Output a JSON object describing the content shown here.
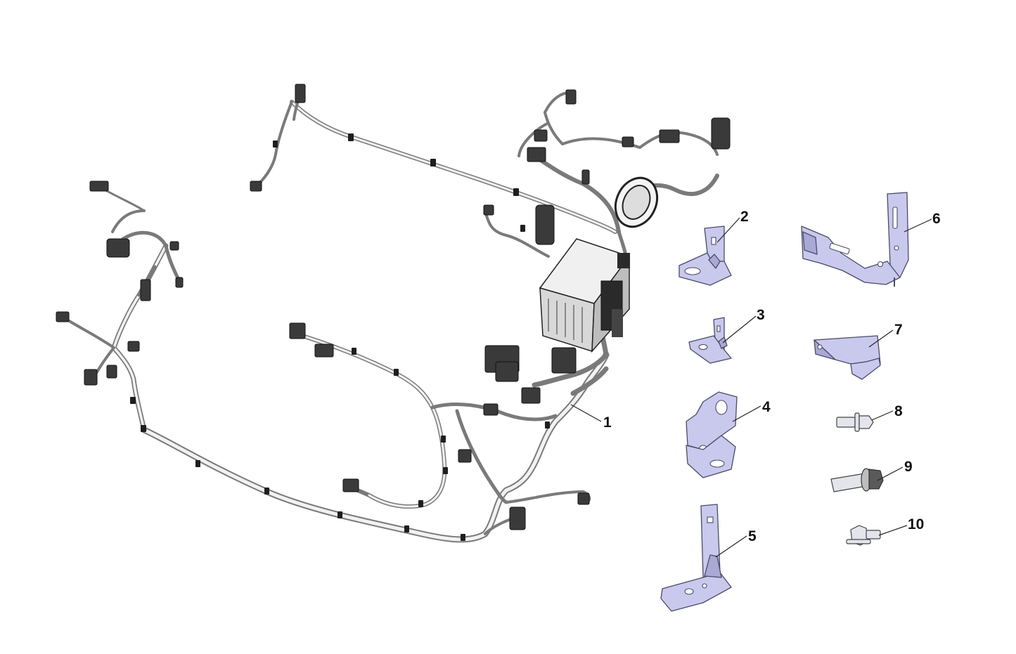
{
  "callouts": [
    {
      "id": "1",
      "label": "1"
    },
    {
      "id": "2",
      "label": "2"
    },
    {
      "id": "3",
      "label": "3"
    },
    {
      "id": "4",
      "label": "4"
    },
    {
      "id": "5",
      "label": "5"
    },
    {
      "id": "6",
      "label": "6"
    },
    {
      "id": "7",
      "label": "7"
    },
    {
      "id": "8",
      "label": "8"
    },
    {
      "id": "9",
      "label": "9"
    },
    {
      "id": "10",
      "label": "10"
    }
  ],
  "colors": {
    "background": "#ffffff",
    "bracket_fill": "#c9c9ee",
    "bracket_edge": "#4a4a66",
    "harness": "#7a7a7a",
    "connector": "#2a2a2a"
  },
  "icons": [
    "wiring-harness",
    "fuse-box",
    "mounting-bracket",
    "flange-bolt"
  ]
}
